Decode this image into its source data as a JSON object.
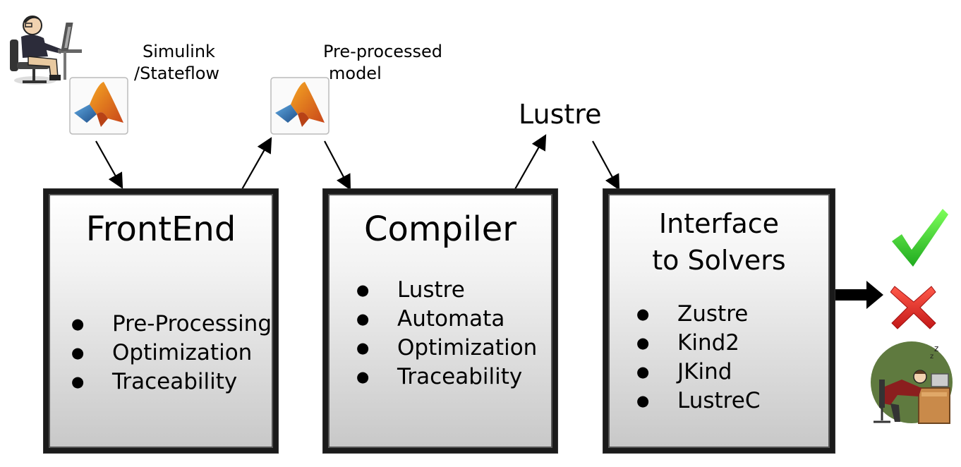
{
  "inputs": {
    "simulink_label_line1": "Simulink",
    "simulink_label_line2": "/Stateflow",
    "preprocessed_label_line1": "Pre-processed",
    "preprocessed_label_line2": "model",
    "lustre_label": "Lustre"
  },
  "frontend": {
    "title": "FrontEnd",
    "items": [
      "Pre-Processing",
      "Optimization",
      "Traceability"
    ]
  },
  "compiler": {
    "title": "Compiler",
    "items": [
      "Lustre",
      "Automata",
      "Optimization",
      "Traceability"
    ]
  },
  "solvers": {
    "title_line1": "Interface",
    "title_line2": "to Solvers",
    "items": [
      "Zustre",
      "Kind2",
      "JKind",
      "LustreC"
    ]
  },
  "colors": {
    "check": "#33cc33",
    "cross": "#e02020",
    "matlab_orange": "#e06a1c",
    "matlab_blue": "#2a6fb0"
  }
}
